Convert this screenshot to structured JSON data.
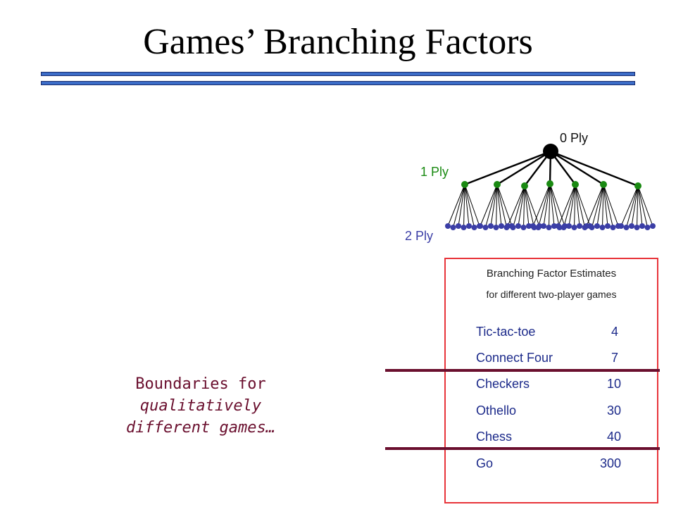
{
  "title": "Games’ Branching Factors",
  "tree": {
    "ply0": "0 Ply",
    "ply1": "1 Ply",
    "ply2": "2 Ply",
    "colors": {
      "root": "#000000",
      "level1": "#1a8a12",
      "level2": "#3b3ea6",
      "edges": "#000000"
    }
  },
  "boundary": {
    "line1": "Boundaries for",
    "line2": "qualitatively",
    "line3": "different games…",
    "color": "#6a0f2e"
  },
  "table": {
    "title": "Branching Factor Estimates",
    "subtitle": "for different two-player games",
    "rows": [
      {
        "game": "Tic-tac-toe",
        "value": "4"
      },
      {
        "game": "Connect Four",
        "value": "7"
      },
      {
        "game": "Checkers",
        "value": "10"
      },
      {
        "game": "Othello",
        "value": "30"
      },
      {
        "game": "Chess",
        "value": "40"
      },
      {
        "game": "Go",
        "value": "300"
      }
    ],
    "text_color": "#1c2a8a",
    "border_color": "#e8343a",
    "divider_color": "#6a0f2e"
  },
  "rule_color": "#3c6dc8"
}
